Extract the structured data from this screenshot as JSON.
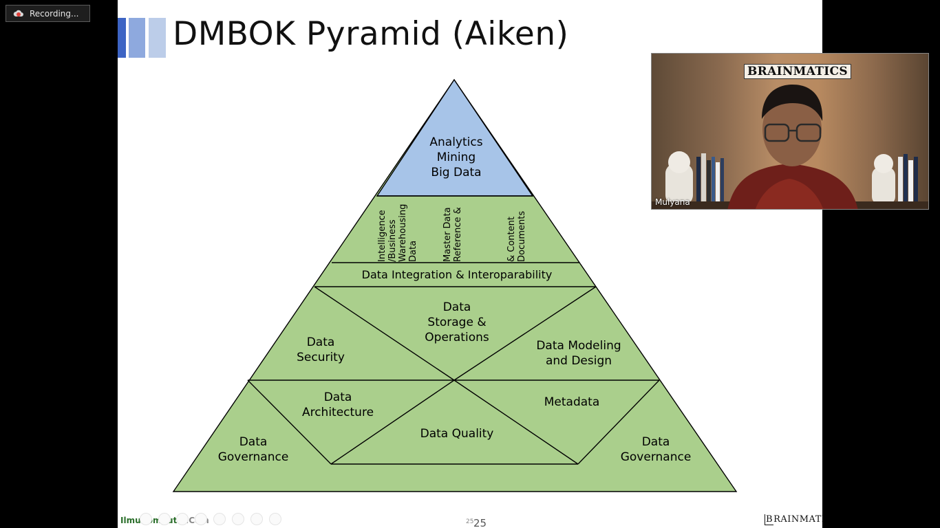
{
  "recording": {
    "label": "Recording..."
  },
  "slide": {
    "title": "DMBOK Pyramid (Aiken)",
    "colors": {
      "top": "#a7c4e8",
      "green": "#aacf8c",
      "bar1": "#3d64c4",
      "bar2": "#8ea9de",
      "bar3": "#bccde9"
    },
    "pyramid": {
      "apex": "Analytics\nMining\nBig Data",
      "vertical": [
        "Data\nWarehousing\n/Business\nIntelligence",
        "Reference &\nMaster Data",
        "Documents\n& Content"
      ],
      "integration": "Data Integration & Interoparability",
      "storage": "Data\nStorage &\nOperations",
      "security": "Data\nSecurity",
      "modeling": "Data Modeling\nand Design",
      "architecture": "Data\nArchitecture",
      "metadata": "Metadata",
      "quality": "Data Quality",
      "governance_left": "Data\nGovernance",
      "governance_right": "Data\nGovernance"
    },
    "footer": {
      "site": "IlmuKomputer",
      "site_dom": ".Com",
      "page_small": "25",
      "page": "25",
      "brand_b": "B",
      "brand_rest": "RAINMATICS"
    }
  },
  "video": {
    "name": "Mulyana",
    "logo": "BRAINMATICS"
  }
}
